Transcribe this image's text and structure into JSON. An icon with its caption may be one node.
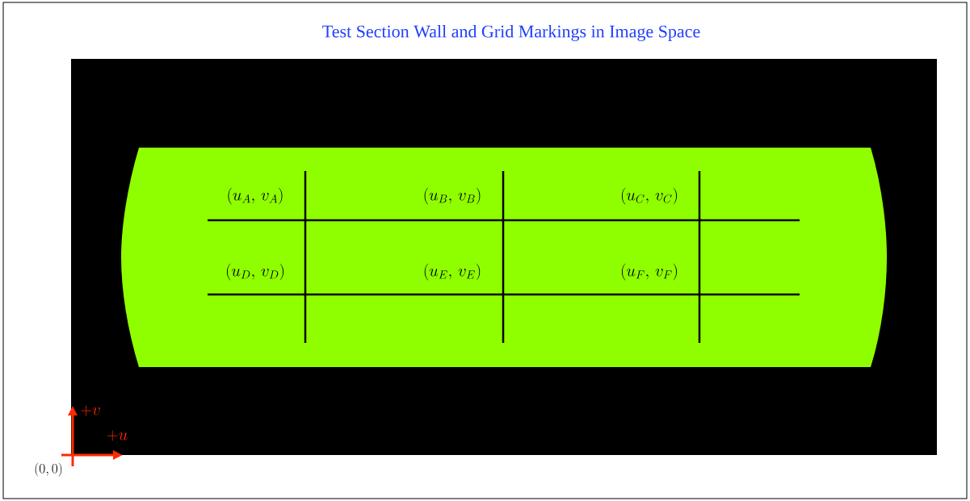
{
  "diagram": {
    "title": "Test Section Wall and Grid Markings in Image Space",
    "labels": [
      "(u_A,\\, v_A)",
      "(u_B,\\, v_B)",
      "(u_C,\\, v_C)",
      "(u_D,\\, v_D)",
      "(u_E,\\, v_E)",
      "(u_F,\\, v_F)",
      "+v",
      "+u",
      "(0,0)"
    ]
  }
}
